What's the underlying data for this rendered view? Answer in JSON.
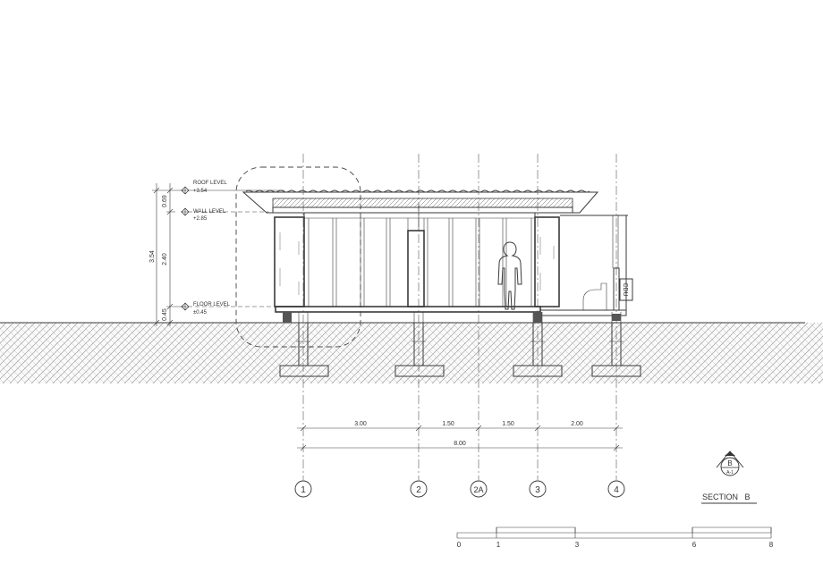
{
  "levels": [
    {
      "name": "ROOF LEVEL",
      "value": "+3.54"
    },
    {
      "name": "WALL LEVEL",
      "value": "+2.85"
    },
    {
      "name": "FLOOR LEVEL",
      "value": "±0.45"
    }
  ],
  "vertical_dims": {
    "segments": [
      "0.69",
      "2.40",
      "0.45"
    ],
    "total": "3.54"
  },
  "horizontal_dims": {
    "segments": [
      "3.00",
      "1.50",
      "1.50",
      "2.00"
    ],
    "total": "8.00"
  },
  "grid_axes": [
    "1",
    "2",
    "2A",
    "3",
    "4"
  ],
  "section_marker": {
    "letter": "B",
    "sheet": "A-1"
  },
  "section_title": "SECTION   B",
  "equipment_label": "CDU",
  "scale_bar": {
    "labels": [
      "0",
      "1",
      "3",
      "6",
      "8"
    ]
  },
  "colors": {
    "line": "#3a3a3a",
    "ground_hatch": "#8a8a8a",
    "background": "#ffffff"
  }
}
